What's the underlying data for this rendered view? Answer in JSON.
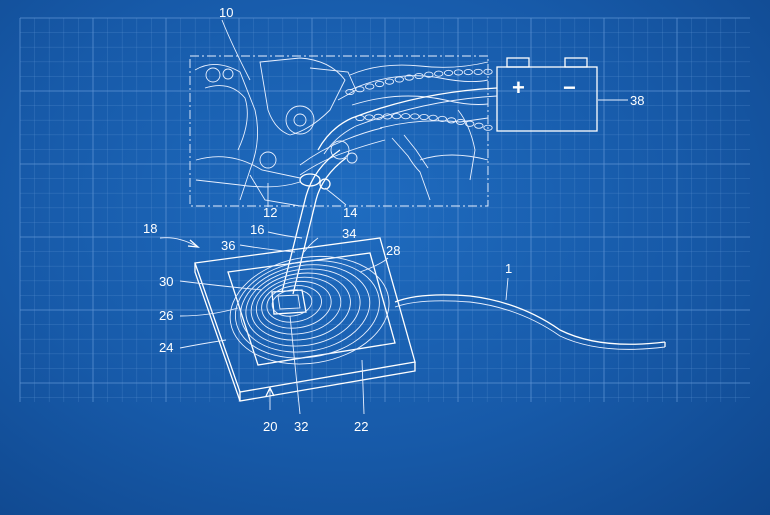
{
  "reference_numerals": {
    "n10": "10",
    "n12": "12",
    "n14": "14",
    "n16": "16",
    "n18": "18",
    "n20": "20",
    "n22": "22",
    "n24": "24",
    "n26": "26",
    "n28": "28",
    "n30": "30",
    "n32": "32",
    "n34": "34",
    "n36": "36",
    "n38": "38",
    "n1": "1"
  },
  "battery": {
    "positive": "+",
    "negative": "−"
  },
  "colors": {
    "background": "#1656a3",
    "grid": "#5d93d3",
    "lines": "#ffffff"
  }
}
